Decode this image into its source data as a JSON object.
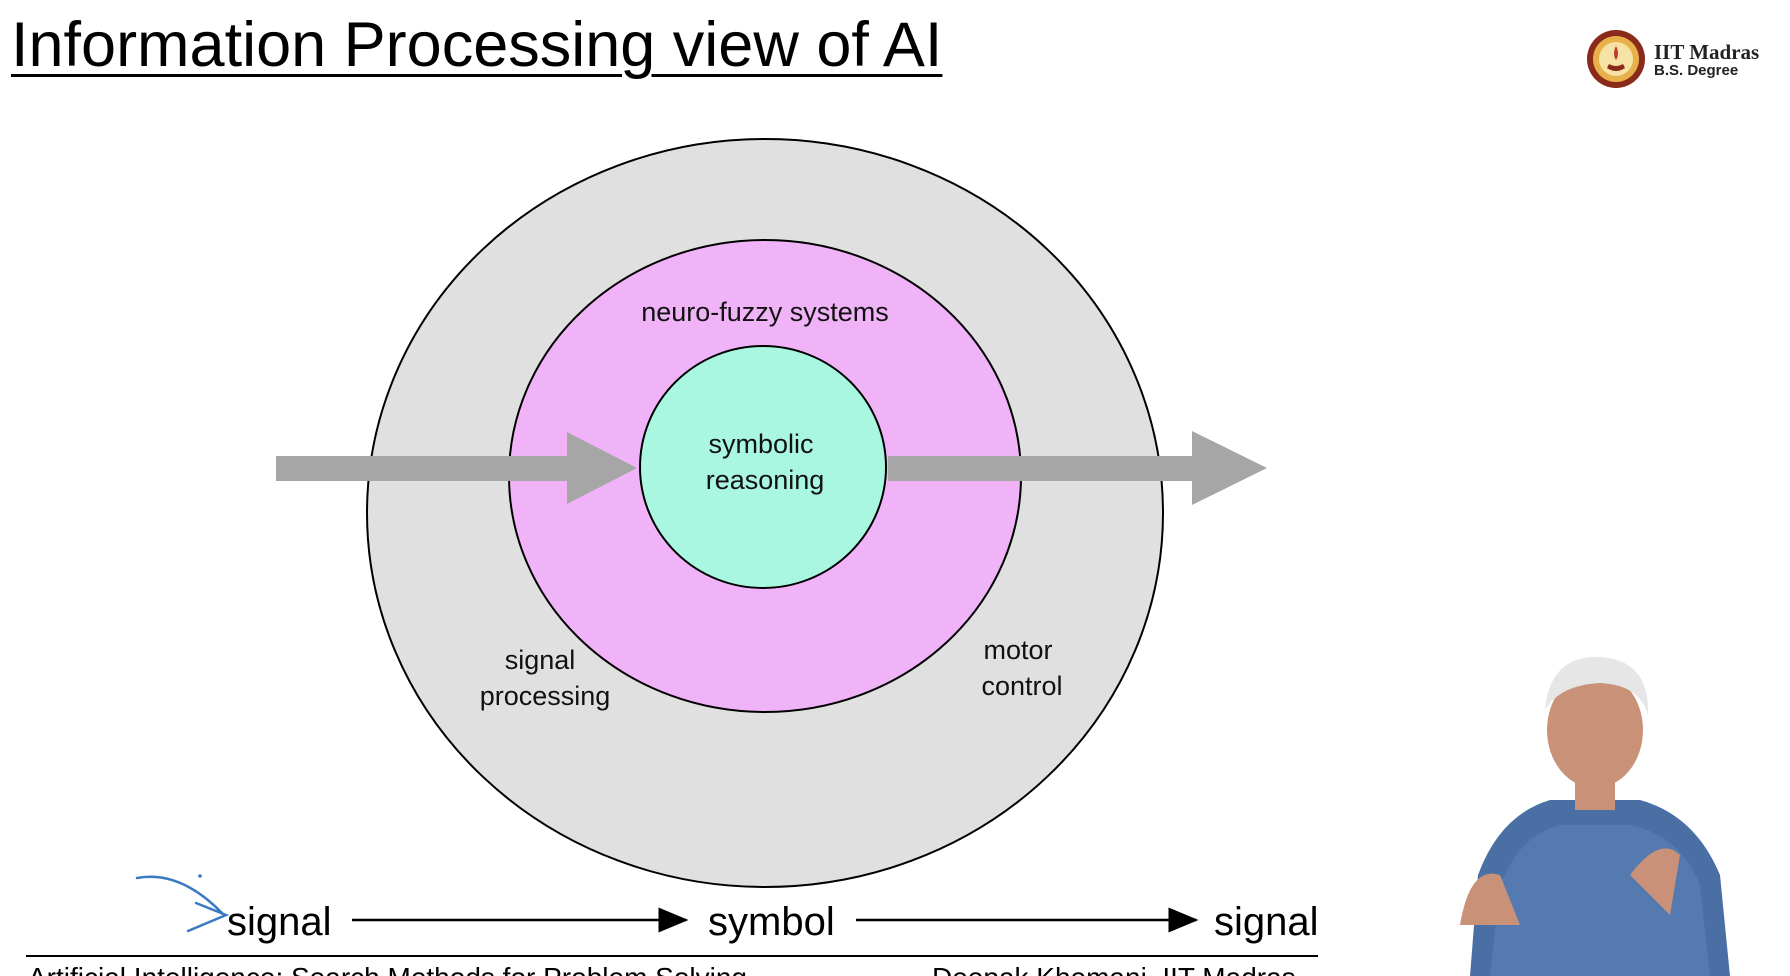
{
  "slide": {
    "title": "Information Processing view of AI"
  },
  "logo": {
    "line1": "IIT Madras",
    "line2": "B.S. Degree",
    "icon": "iit-madras-seal-icon"
  },
  "diagram": {
    "center_label_line1": "symbolic",
    "center_label_line2": "reasoning",
    "middle_ring_label": "neuro-fuzzy systems",
    "outer_left_label_line1": "signal",
    "outer_left_label_line2": "processing",
    "outer_right_label_line1": "motor",
    "outer_right_label_line2": "control",
    "colors": {
      "outer_ring": "#e0e0e0",
      "middle_ring": "#f0b3f7",
      "center": "#a9f7e0",
      "arrow": "#a6a6a6"
    }
  },
  "flow": {
    "start": "signal",
    "middle": "symbol",
    "end": "signal"
  },
  "footer": {
    "left": "Artificial Intelligence: Search Methods for Problem Solving",
    "right": "Deepak Khemani, IIT Madras"
  },
  "presenter": {
    "icon": "presenter-video-icon"
  }
}
